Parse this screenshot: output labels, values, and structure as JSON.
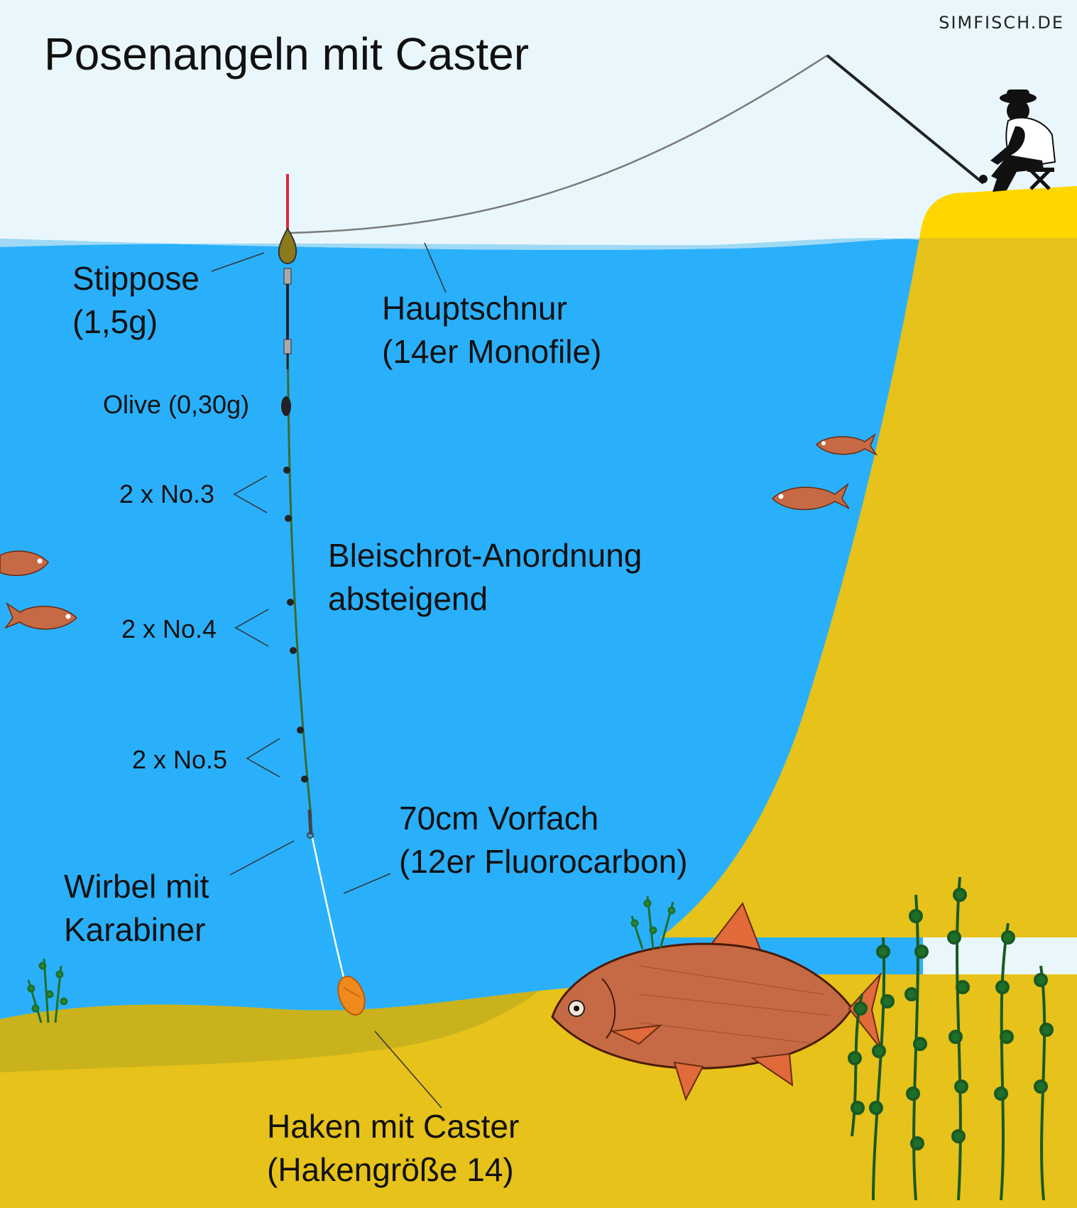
{
  "title": "Posenangeln mit Caster",
  "brand": "SIMFISCH.DE",
  "labels": {
    "stippose": {
      "line1": "Stippose",
      "line2": "(1,5g)"
    },
    "hauptschnur": {
      "line1": "Hauptschnur",
      "line2": "(14er Monofile)"
    },
    "olive": "Olive (0,30g)",
    "shot_no3": "2 x No.3",
    "shot_no4": "2 x No.4",
    "shot_no5": "2 x No.5",
    "bleischrot": {
      "line1": "Bleischrot-Anordnung",
      "line2": "absteigend"
    },
    "vorfach": {
      "line1": "70cm Vorfach",
      "line2": "(12er Fluorocarbon)"
    },
    "wirbel": {
      "line1": "Wirbel mit",
      "line2": "Karabiner"
    },
    "haken": {
      "line1": "Haken mit Caster",
      "line2": "(Hakengröße 14)"
    }
  },
  "colors": {
    "sky": "#e9f7fd",
    "water": "#2ab0fb",
    "water_surface": "#9fd9f5",
    "sand": "#e6c21a",
    "sand_dark": "#c9b21c",
    "sand_light": "#ffd600",
    "float_tip": "#e0283a",
    "caster": "#f08a1c",
    "weed": "#1f6f2a",
    "fish_body": "#c56a45"
  },
  "icons": [
    "angler-silhouette-icon",
    "float-icon",
    "olive-weight-icon",
    "split-shot-icon",
    "swivel-icon",
    "caster-bait-icon",
    "fish-icon",
    "bream-icon",
    "water-weed-icon"
  ]
}
